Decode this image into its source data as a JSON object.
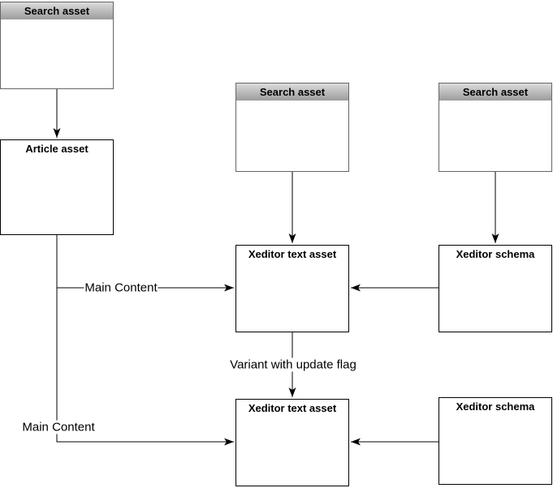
{
  "nodes": {
    "search1": {
      "title": "Search asset"
    },
    "article": {
      "title": "Article asset"
    },
    "search2": {
      "title": "Search asset"
    },
    "search3": {
      "title": "Search asset"
    },
    "xeditorText1": {
      "title": "Xeditor text asset"
    },
    "xeditorSchema1": {
      "title": "Xeditor schema"
    },
    "xeditorText2": {
      "title": "Xeditor text asset"
    },
    "xeditorSchema2": {
      "title": "Xeditor schema"
    }
  },
  "edge_labels": {
    "mainContent1": "Main Content",
    "variantWithUpdateFlag": "Variant with update flag",
    "mainContent2": "Main Content"
  },
  "colors": {
    "edge": "#000000",
    "node-border": "#000000",
    "search-border": "#666666",
    "grad-top": "#dcdcdc",
    "grad-bottom": "#9c9c9c",
    "fill": "#ffffff",
    "text": "#000000"
  }
}
